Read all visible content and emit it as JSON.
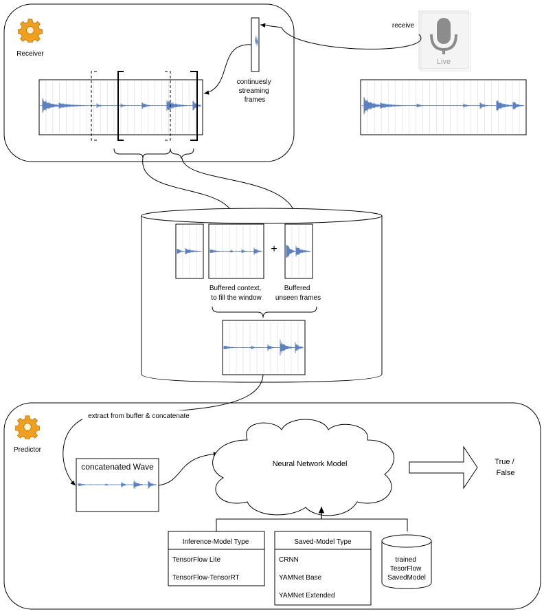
{
  "receiver": {
    "label": "Receiver",
    "icon": "gear-icon"
  },
  "live_source": {
    "label": "Live",
    "icon": "microphone-icon",
    "edge_label": "receive"
  },
  "streaming_frame": {
    "label_lines": [
      "continuesly",
      "streaming",
      "frames"
    ]
  },
  "buffer": {
    "plus": "+",
    "context_label_lines": [
      "Buffered context,",
      "to fill the window"
    ],
    "unseen_label_lines": [
      "Buffered",
      "unseen frames"
    ]
  },
  "extract_label": "extract from buffer & concatenate",
  "predictor": {
    "label": "Predictor",
    "icon": "gear-icon",
    "wave_title": "concatenated Wave",
    "model_label": "Neural Network Model",
    "output_lines": [
      "True /",
      "False"
    ]
  },
  "inference_table": {
    "title": "Inference-Model Type",
    "items": [
      "TensorFlow Lite",
      "TensorFlow-TensorRT"
    ]
  },
  "saved_model_table": {
    "title": "Saved-Model Type",
    "items": [
      "CRNN",
      "YAMNet Base",
      "YAMNet Extended"
    ]
  },
  "saved_model_store": {
    "label_lines": [
      "trained",
      "TesorFlow",
      "SavedModel"
    ]
  },
  "colors": {
    "wave": "#5b7fbf",
    "gear": "#f0a020",
    "mic": "#909090",
    "grid": "#d8d8d8"
  }
}
